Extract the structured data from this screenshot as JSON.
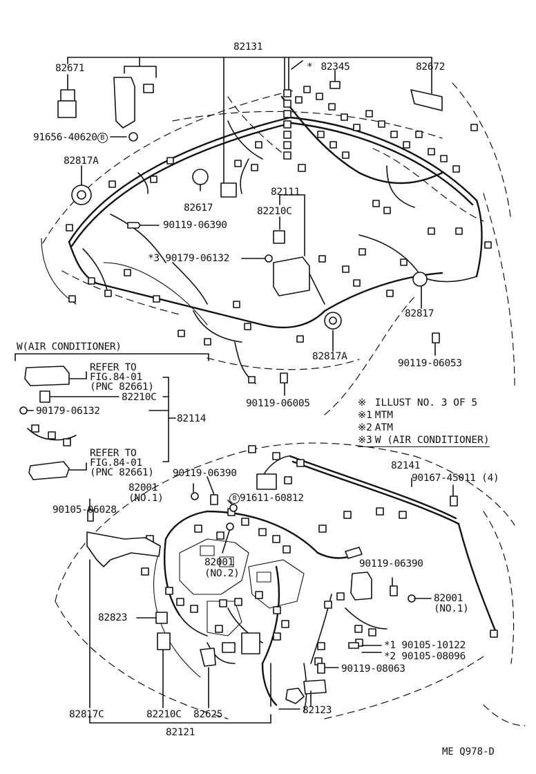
{
  "diagram": {
    "part_labels": [
      {
        "id": "p82131",
        "text": "82131"
      },
      {
        "id": "p82671",
        "text": "82671"
      },
      {
        "id": "p82345",
        "text": "82345",
        "marker": "*"
      },
      {
        "id": "p82672",
        "text": "82672"
      },
      {
        "id": "p91656",
        "text": "91656-40620",
        "badge": "B"
      },
      {
        "id": "p82817A_1",
        "text": "82817A"
      },
      {
        "id": "p82617",
        "text": "82617"
      },
      {
        "id": "p82111",
        "text": "82111"
      },
      {
        "id": "p82210C_1",
        "text": "82210C"
      },
      {
        "id": "p90119_06390_1",
        "text": "90119-06390"
      },
      {
        "id": "p90179_06132_1",
        "text": "90179-06132",
        "marker": "*3"
      },
      {
        "id": "p82817",
        "text": "82817"
      },
      {
        "id": "p82817A_2",
        "text": "82817A"
      },
      {
        "id": "p90119_06053",
        "text": "90119-06053"
      },
      {
        "id": "p90119_06005",
        "text": "90119-06005"
      },
      {
        "id": "p_refer1",
        "text": "REFER TO"
      },
      {
        "id": "p_fig1",
        "text": "FIG.84-01"
      },
      {
        "id": "p_pnc1",
        "text": "(PNC 82661)"
      },
      {
        "id": "p82210C_2",
        "text": "82210C"
      },
      {
        "id": "p90179_06132_2",
        "text": "90179-06132"
      },
      {
        "id": "p82114",
        "text": "82114"
      },
      {
        "id": "p_refer2",
        "text": "REFER TO"
      },
      {
        "id": "p_fig2",
        "text": "FIG.84-01"
      },
      {
        "id": "p_pnc2",
        "text": "(PNC 82661)"
      },
      {
        "id": "p90119_06390_2",
        "text": "90119-06390"
      },
      {
        "id": "p82141",
        "text": "82141"
      },
      {
        "id": "p90167",
        "text": "90167-45011 (4)"
      },
      {
        "id": "p82001_1",
        "text": "82001"
      },
      {
        "id": "p82001_1n",
        "text": "(NO.1)"
      },
      {
        "id": "p91611",
        "text": "91611-60812",
        "badge": "B"
      },
      {
        "id": "p90105_06028",
        "text": "90105-06028"
      },
      {
        "id": "p82001_2",
        "text": "82001"
      },
      {
        "id": "p82001_2n",
        "text": "(NO.2)"
      },
      {
        "id": "p90119_06390_3",
        "text": "90119-06390"
      },
      {
        "id": "p82001_3",
        "text": "82001"
      },
      {
        "id": "p82001_3n",
        "text": "(NO.1)"
      },
      {
        "id": "p82823",
        "text": "82823"
      },
      {
        "id": "p90105_10122",
        "text": "90105-10122",
        "marker": "*1"
      },
      {
        "id": "p90105_08096",
        "text": "90105-08096",
        "marker": "*2"
      },
      {
        "id": "p90119_08063",
        "text": "90119-08063"
      },
      {
        "id": "p82817C",
        "text": "82817C"
      },
      {
        "id": "p82210C_3",
        "text": "82210C"
      },
      {
        "id": "p82625",
        "text": "82625"
      },
      {
        "id": "p82123",
        "text": "82123"
      },
      {
        "id": "p82121",
        "text": "82121"
      }
    ],
    "section_title": "W(AIR CONDITIONER)",
    "legend": [
      {
        "mark": "※",
        "text": "ILLUST NO. 3 OF 5"
      },
      {
        "mark": "※1",
        "text": "MTM"
      },
      {
        "mark": "※2",
        "text": "ATM"
      },
      {
        "mark": "※3",
        "text": "W (AIR CONDITIONER)"
      }
    ],
    "drawing_code": "ME Q978-D"
  }
}
